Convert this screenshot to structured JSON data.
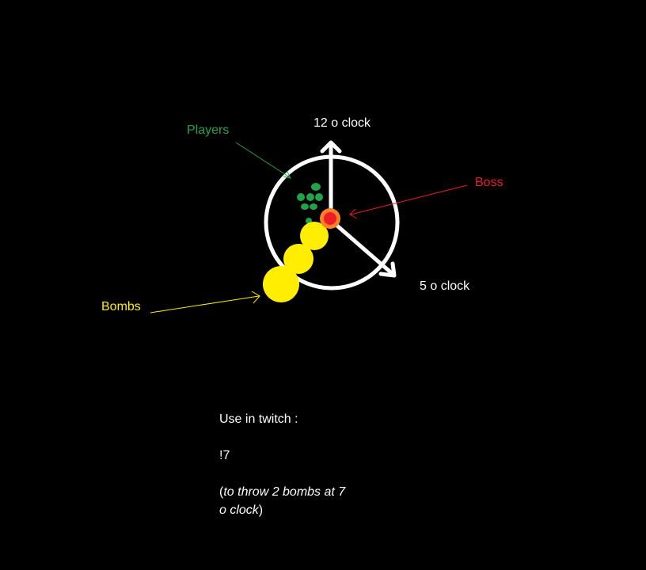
{
  "labels": {
    "players": "Players",
    "twelve_oclock": "12 o clock",
    "boss": "Boss",
    "five_oclock": "5 o clock",
    "bombs": "Bombs"
  },
  "instructions": {
    "heading": "Use in twitch :",
    "command": "!7",
    "note_open": "(",
    "note_italic_line1": "to throw 2 bombs at 7",
    "note_italic_line2": "o clock",
    "note_close": ")"
  },
  "colors": {
    "background": "#000000",
    "arena": "#ffffff",
    "players": "#22a34a",
    "players_label": "#22a34a",
    "boss_core": "#ee1c24",
    "boss_ring": "#ff7f27",
    "boss_label": "#ee1c24",
    "bombs": "#ffee00",
    "bombs_label": "#ffee00",
    "text": "#ffffff"
  }
}
